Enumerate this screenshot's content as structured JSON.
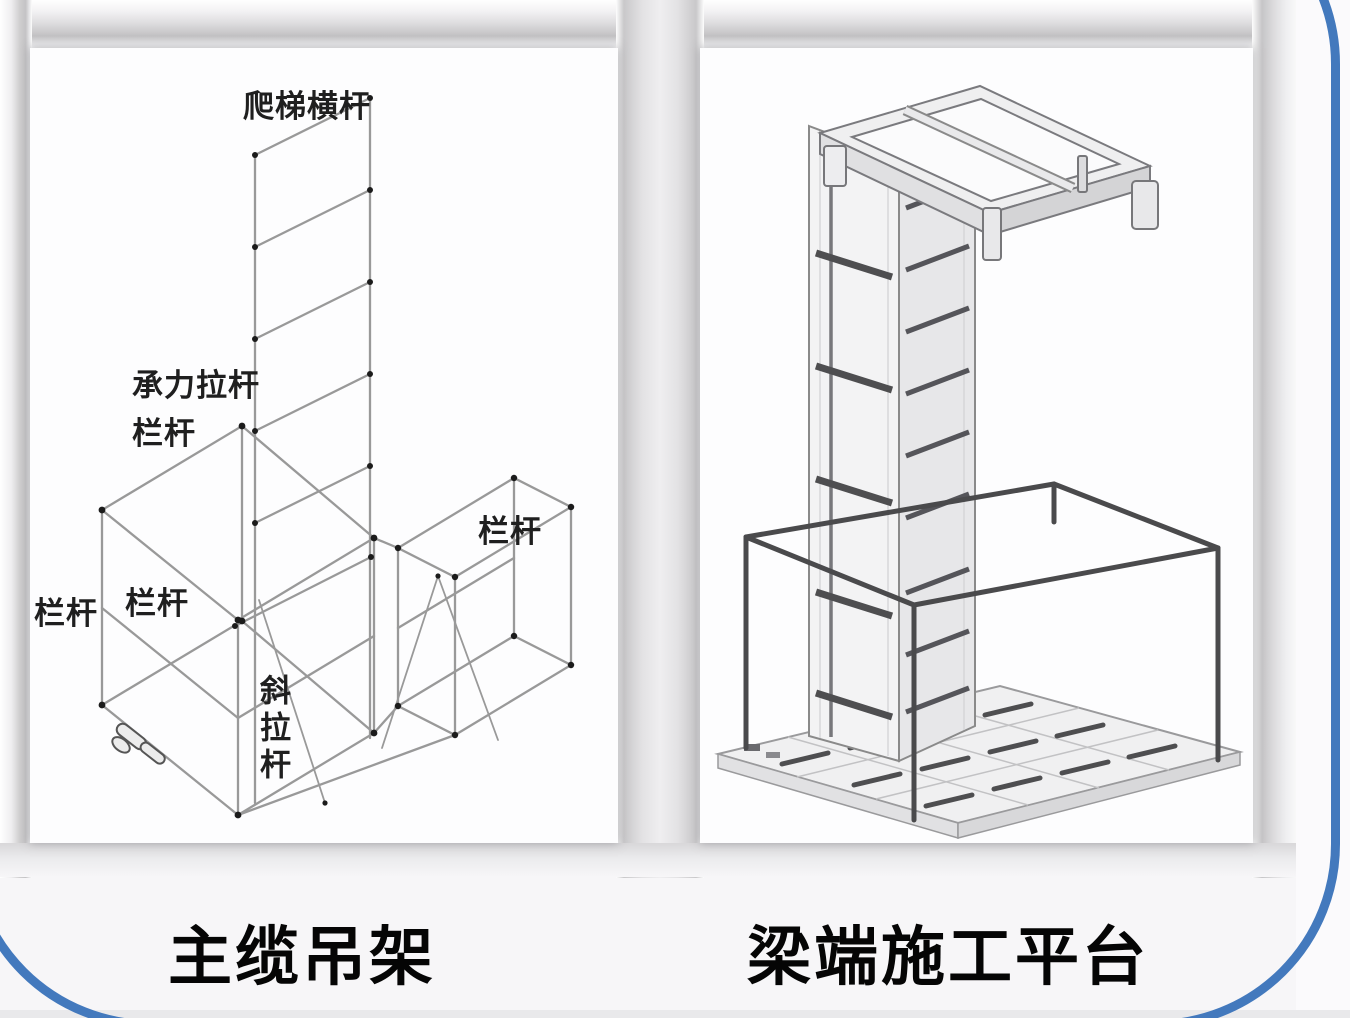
{
  "left_figure": {
    "caption": "主缆吊架",
    "labels": {
      "ladder_crossbar": "爬梯横杆",
      "bearing_rod": "承力拉杆",
      "railing_top": "栏杆",
      "railing_right": "栏杆",
      "railing_mid_left": "栏杆",
      "railing_far_left": "栏杆",
      "diagonal_rod": "斜拉杆"
    }
  },
  "right_figure": {
    "caption": "梁端施工平台"
  },
  "colors": {
    "frame_blue": "#4379bd",
    "drawing_line_gray": "#999999",
    "railing_dark_gray": "#4a4a4c"
  }
}
